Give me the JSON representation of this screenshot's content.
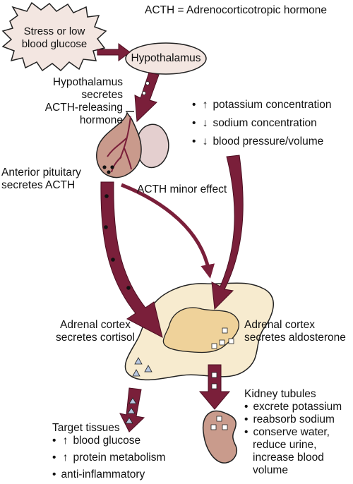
{
  "legend": "ACTH = Adrenocorticotropic hormone",
  "stress": [
    "Stress or low",
    "blood glucose"
  ],
  "hypothalamus": "Hypothalamus",
  "hypothalamus_secretes": [
    "Hypothalamus",
    "secretes",
    "ACTH-releasing",
    "hormone"
  ],
  "conditions": [
    {
      "arrow": "up",
      "text": "potassium concentration"
    },
    {
      "arrow": "down",
      "text": "sodium concentration"
    },
    {
      "arrow": "down",
      "text": "blood pressure/volume"
    }
  ],
  "anterior_pituitary": [
    "Anterior pituitary",
    "secretes ACTH"
  ],
  "minor_effect": "ACTH minor effect",
  "cortisol": [
    "Adrenal cortex",
    "secretes cortisol"
  ],
  "aldosterone": [
    "Adrenal cortex",
    "secretes aldosterone"
  ],
  "target_tissues": {
    "title": "Target tissues",
    "items": [
      {
        "arrow": "up",
        "text": "blood glucose"
      },
      {
        "arrow": "up",
        "text": "protein metabolism"
      },
      {
        "arrow": "none",
        "text": "anti-inflammatory"
      }
    ]
  },
  "kidney": {
    "title": "Kidney tubules",
    "items": [
      {
        "text": "excrete potassium"
      },
      {
        "text": "reabsorb sodium"
      },
      {
        "text": "conserve water,",
        "cont": [
          "reduce urine,",
          "increase blood",
          "volume"
        ]
      }
    ]
  },
  "colors": {
    "arrow": "#7a1f3a",
    "arrow_dark": "#5c1229",
    "cloud": "#f3e6e1",
    "pituitary_light": "#e4cfcf",
    "pituitary_dark": "#c99a8c",
    "cortex_outer": "#f7ebcf",
    "cortex_inner": "#efd29a",
    "kidney": "#c99b8c"
  }
}
